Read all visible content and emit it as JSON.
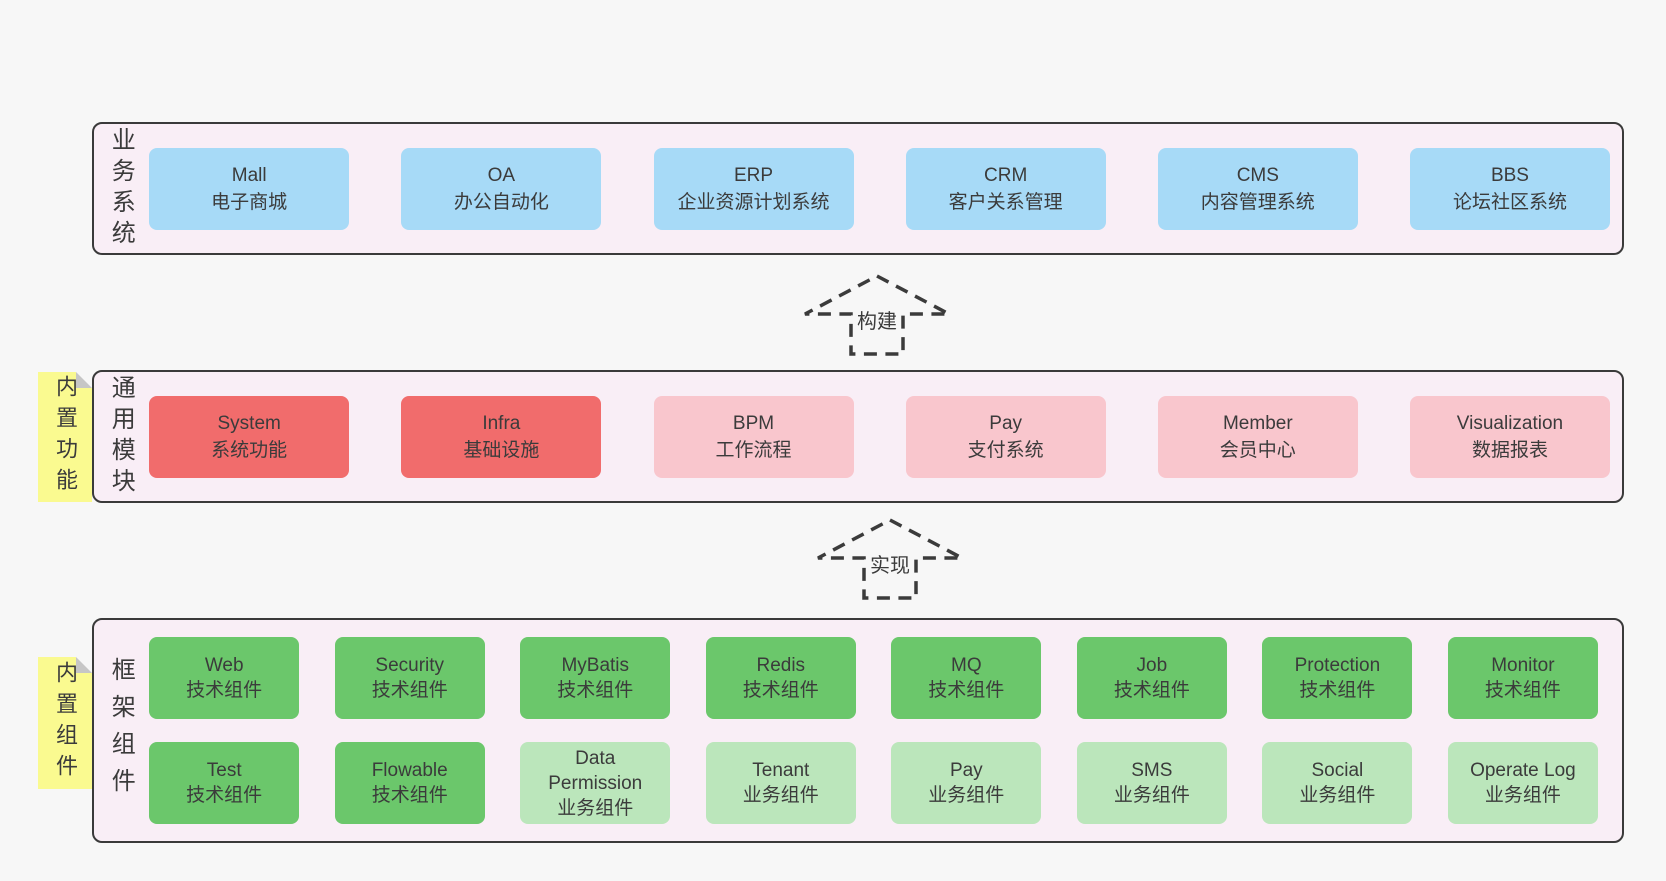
{
  "colors": {
    "page_bg": "#f7f7f7",
    "layer_bg": "#f9eef6",
    "layer_border": "#3a3a3a",
    "text": "#3b3b3b",
    "blue_box": "#a7daf7",
    "red_box": "#f16c6c",
    "pink_box": "#f9c6cd",
    "green_box": "#6bc76b",
    "light_green_box": "#bbe6bb",
    "sticky_note": "#fafa90",
    "sticky_fold": "#c6c6c6"
  },
  "arrows": [
    {
      "label": "构建"
    },
    {
      "label": "实现"
    }
  ],
  "layers": [
    {
      "label": "业务系统",
      "boxes": [
        {
          "title": "Mall",
          "subtitle": "电子商城",
          "variant": "blue"
        },
        {
          "title": "OA",
          "subtitle": "办公自动化",
          "variant": "blue"
        },
        {
          "title": "ERP",
          "subtitle": "企业资源计划系统",
          "variant": "blue"
        },
        {
          "title": "CRM",
          "subtitle": "客户关系管理",
          "variant": "blue"
        },
        {
          "title": "CMS",
          "subtitle": "内容管理系统",
          "variant": "blue"
        },
        {
          "title": "BBS",
          "subtitle": "论坛社区系统",
          "variant": "blue"
        }
      ]
    },
    {
      "label": "通用模块",
      "note": "内置功能",
      "boxes": [
        {
          "title": "System",
          "subtitle": "系统功能",
          "variant": "red"
        },
        {
          "title": "Infra",
          "subtitle": "基础设施",
          "variant": "red"
        },
        {
          "title": "BPM",
          "subtitle": "工作流程",
          "variant": "pink"
        },
        {
          "title": "Pay",
          "subtitle": "支付系统",
          "variant": "pink"
        },
        {
          "title": "Member",
          "subtitle": "会员中心",
          "variant": "pink"
        },
        {
          "title": "Visualization",
          "subtitle": "数据报表",
          "variant": "pink"
        }
      ]
    },
    {
      "label": "框架组件",
      "note": "内置组件",
      "rows": [
        [
          {
            "title": "Web",
            "subtitle": "技术组件",
            "variant": "green"
          },
          {
            "title": "Security",
            "subtitle": "技术组件",
            "variant": "green"
          },
          {
            "title": "MyBatis",
            "subtitle": "技术组件",
            "variant": "green"
          },
          {
            "title": "Redis",
            "subtitle": "技术组件",
            "variant": "green"
          },
          {
            "title": "MQ",
            "subtitle": "技术组件",
            "variant": "green"
          },
          {
            "title": "Job",
            "subtitle": "技术组件",
            "variant": "green"
          },
          {
            "title": "Protection",
            "subtitle": "技术组件",
            "variant": "green"
          },
          {
            "title": "Monitor",
            "subtitle": "技术组件",
            "variant": "green"
          }
        ],
        [
          {
            "title": "Test",
            "subtitle": "技术组件",
            "variant": "green"
          },
          {
            "title": "Flowable",
            "subtitle": "技术组件",
            "variant": "green"
          },
          {
            "title": "Data Permission",
            "subtitle": "业务组件",
            "variant": "light-green"
          },
          {
            "title": "Tenant",
            "subtitle": "业务组件",
            "variant": "light-green"
          },
          {
            "title": "Pay",
            "subtitle": "业务组件",
            "variant": "light-green"
          },
          {
            "title": "SMS",
            "subtitle": "业务组件",
            "variant": "light-green"
          },
          {
            "title": "Social",
            "subtitle": "业务组件",
            "variant": "light-green"
          },
          {
            "title": "Operate Log",
            "subtitle": "业务组件",
            "variant": "light-green"
          }
        ]
      ]
    }
  ]
}
